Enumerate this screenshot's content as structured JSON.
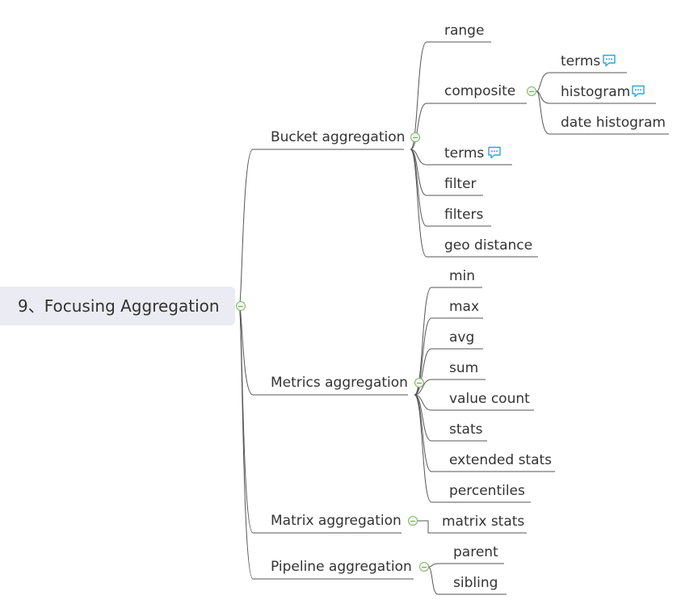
{
  "root": {
    "label": "9、Focusing Aggregation"
  },
  "bucket": {
    "label": "Bucket aggregation",
    "range": "range",
    "composite": {
      "label": "composite",
      "terms": "terms",
      "histogram": "histogram",
      "date_histogram": "date histogram"
    },
    "terms": "terms",
    "filter": "filter",
    "filters": "filters",
    "geo_distance": "geo distance"
  },
  "metrics": {
    "label": "Metrics aggregation",
    "items": [
      "min",
      "max",
      "avg",
      "sum",
      "value count",
      "stats",
      "extended stats",
      "percentiles"
    ]
  },
  "matrix": {
    "label": "Matrix aggregation",
    "stats": "matrix stats"
  },
  "pipeline": {
    "label": "Pipeline aggregation",
    "parent": "parent",
    "sibling": "sibling"
  },
  "colors": {
    "line": "#555555",
    "node_bg": "#ebebf3",
    "collapse": "#7bb662",
    "note_icon": "#2aa6d6"
  }
}
